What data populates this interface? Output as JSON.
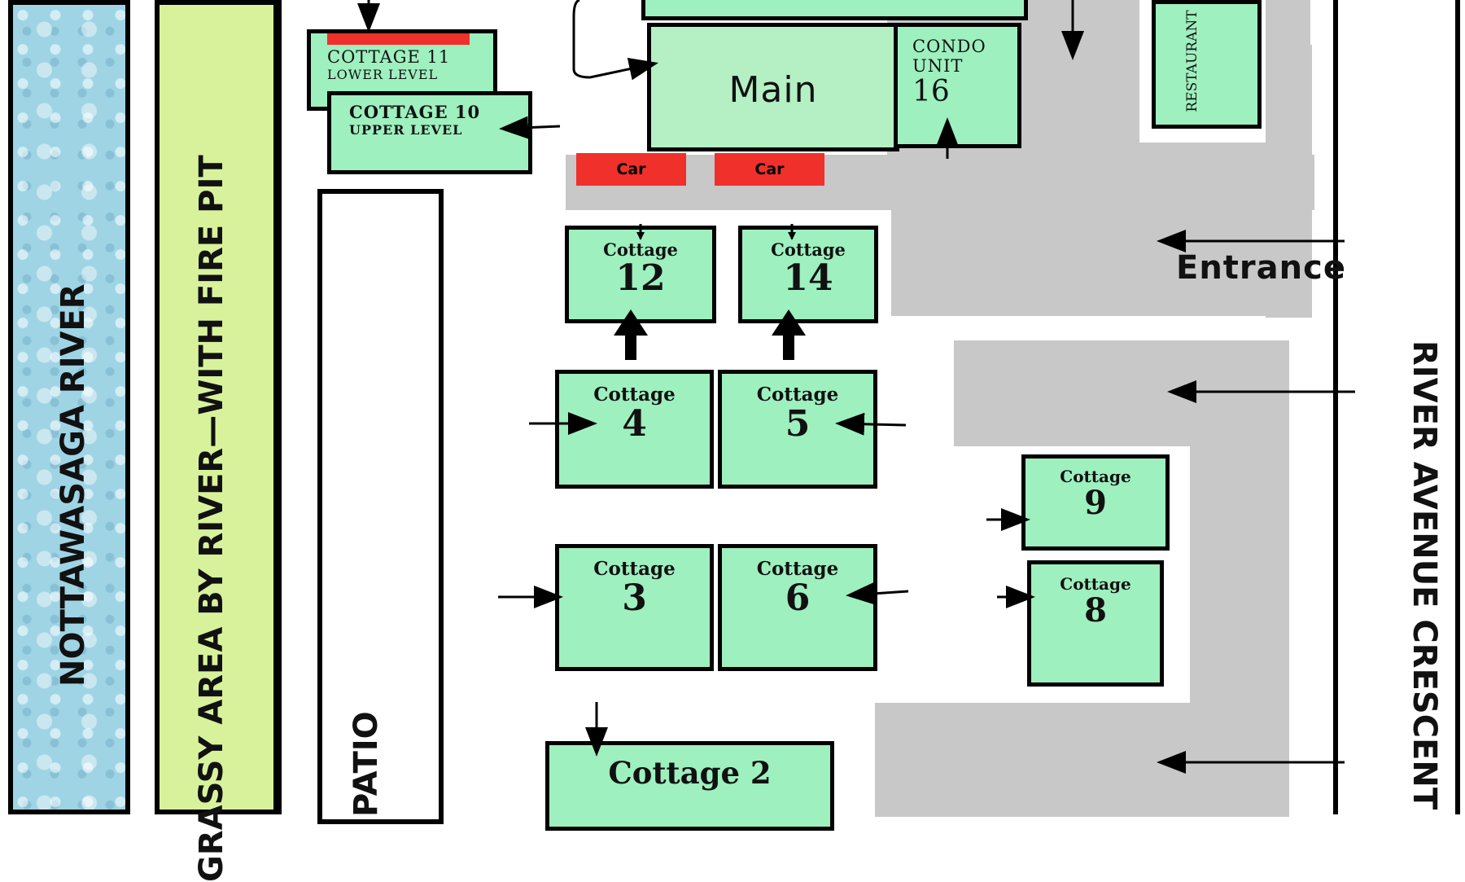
{
  "labels": {
    "river": "NOTTAWASAGA RIVER",
    "grassy": "GRASSY AREA BY RIVER—WITH FIRE PIT",
    "patio": "PATIO",
    "street": "RIVER AVENUE CRESCENT",
    "entrance": "Entrance",
    "main": "Main",
    "restaurant": "RESTAURANT",
    "condo_line1": "CONDO",
    "condo_line2": "UNIT",
    "condo_num": "16",
    "c11_line1": "COTTAGE 11",
    "c11_line2": "LOWER LEVEL",
    "c10_line1": "COTTAGE 10",
    "c10_line2": "UPPER LEVEL",
    "car1": "Car",
    "car2": "Car",
    "cottage_word": "Cottage",
    "c12": "12",
    "c14": "14",
    "c4": "4",
    "c5": "5",
    "c3": "3",
    "c6": "6",
    "c9": "9",
    "c8": "8",
    "c2": "Cottage 2"
  },
  "colors": {
    "building": "#9ef0bf",
    "main": "#b5f0c4",
    "grass": "#d8f29c",
    "river": "#9fd4e4",
    "road": "#c8c8c8",
    "car": "#f0302b"
  }
}
